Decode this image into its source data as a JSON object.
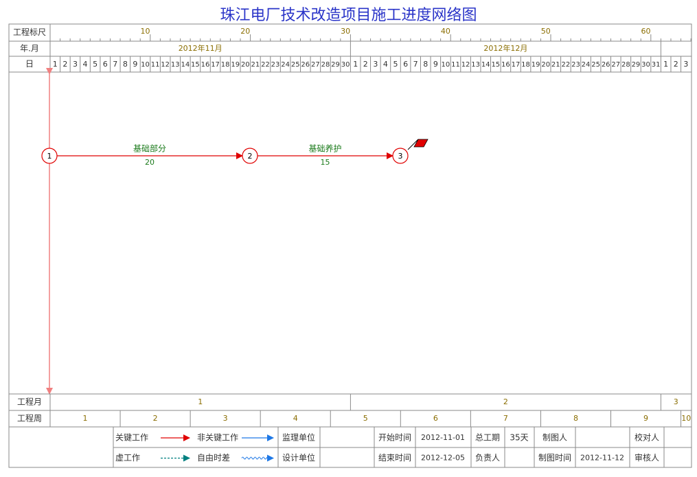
{
  "title": "珠江电厂技术改造项目施工进度网络图",
  "colors": {
    "grid": "#8a8a8a",
    "scale_text": "#8a6d00",
    "header_text": "#333333",
    "critical": "#e00000",
    "noncritical": "#1e78e6",
    "dummy": "#008080",
    "free_float": "#1e78e6",
    "activity_label": "#1a7a1a",
    "vertical_line": "#f08080",
    "title": "#2a34c8"
  },
  "header": {
    "row_labels": [
      "工程标尺",
      "年.月",
      "日"
    ],
    "scale_ticks": [
      "10",
      "20",
      "30",
      "40",
      "50",
      "60"
    ],
    "months": [
      "2012年11月",
      "2012年12月"
    ],
    "days": [
      "1",
      "2",
      "3",
      "4",
      "5",
      "6",
      "7",
      "8",
      "9",
      "10",
      "11",
      "12",
      "13",
      "14",
      "15",
      "16",
      "17",
      "18",
      "19",
      "20",
      "21",
      "22",
      "23",
      "24",
      "25",
      "26",
      "27",
      "28",
      "29",
      "30",
      "1",
      "2",
      "3",
      "4",
      "5",
      "6",
      "7",
      "8",
      "9",
      "10",
      "11",
      "12",
      "13",
      "14",
      "15",
      "16",
      "17",
      "18",
      "19",
      "20",
      "21",
      "22",
      "23",
      "24",
      "25",
      "26",
      "27",
      "28",
      "29",
      "30",
      "31",
      "1",
      "2",
      "3"
    ]
  },
  "network": {
    "nodes": [
      "1",
      "2",
      "3"
    ],
    "activities": [
      {
        "name": "基础部分",
        "duration": "20",
        "from": "1",
        "to": "2",
        "critical": true
      },
      {
        "name": "基础养护",
        "duration": "15",
        "from": "2",
        "to": "3",
        "critical": true
      }
    ]
  },
  "footer": {
    "month_label": "工程月",
    "week_label": "工程周",
    "months": [
      "1",
      "2",
      "3"
    ],
    "weeks": [
      "1",
      "2",
      "3",
      "4",
      "5",
      "6",
      "7",
      "8",
      "9",
      "10"
    ]
  },
  "legend": {
    "critical": "关键工作",
    "noncritical": "非关键工作",
    "dummy": "虚工作",
    "free_float": "自由时差"
  },
  "info": {
    "supervisor_label": "监理单位",
    "supervisor_value": "",
    "designer_label": "设计单位",
    "designer_value": "",
    "start_label": "开始时间",
    "start_value": "2012-11-01",
    "end_label": "结束时间",
    "end_value": "2012-12-05",
    "duration_label": "总工期",
    "duration_value": "35天",
    "owner_label": "负责人",
    "owner_value": "",
    "drafter_label": "制图人",
    "drafter_value": "",
    "draft_time_label": "制图时间",
    "draft_time_value": "2012-11-12",
    "proofreader_label": "校对人",
    "proofreader_value": "",
    "reviewer_label": "审核人",
    "reviewer_value": ""
  }
}
